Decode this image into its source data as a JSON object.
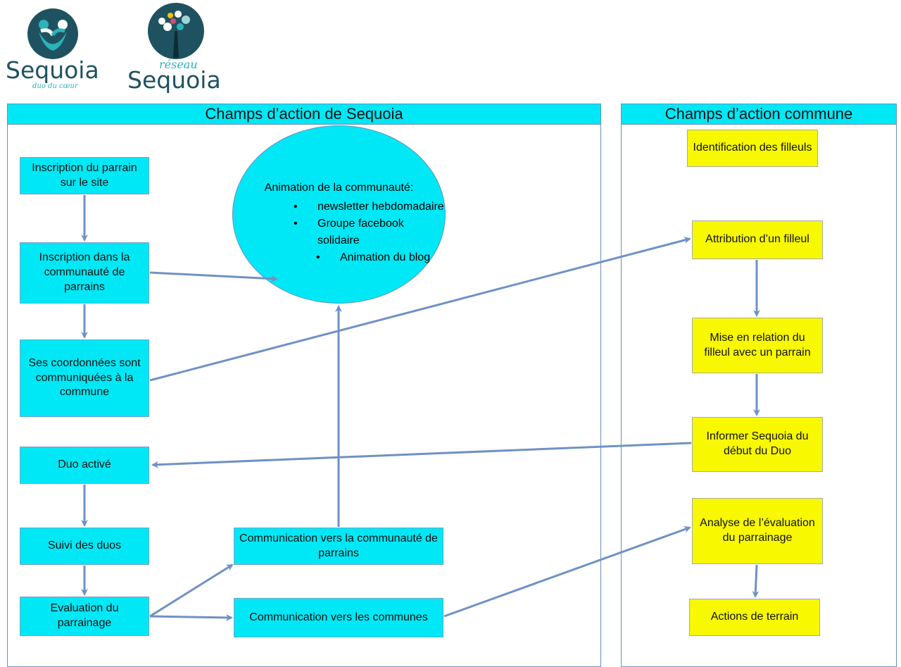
{
  "logos": {
    "left": {
      "name": "Sequoia",
      "tagline": "duo du cœur"
    },
    "right": {
      "top": "réseau",
      "name": "Sequoia"
    }
  },
  "panels": {
    "sequoia": {
      "title": "Champs d’action de Sequoia"
    },
    "commune": {
      "title": "Champs d’action commune"
    }
  },
  "left_column": [
    "Inscription du parrain sur le site",
    "Inscription dans la communauté de parrains",
    "Ses coordonnées sont communiquées à la commune",
    "Duo activé",
    "Suivi des duos",
    "Evaluation du parrainage"
  ],
  "middle": {
    "communication_parrains": "Communication vers la communauté de parrains",
    "communication_communes": "Communication vers les communes"
  },
  "ellipse": {
    "title": "Animation de la communauté:",
    "items": [
      "newsletter hebdomadaire",
      "Groupe facebook solidaire",
      "Animation du blog"
    ],
    "bullet": "•"
  },
  "right_column": [
    "Identification des filleuls",
    "Attribution d’un filleul",
    "Mise en relation du filleul avec un parrain",
    "Informer Sequoia du début du Duo",
    "Analyse de l’évaluation du parrainage",
    "Actions de terrain"
  ],
  "colors": {
    "cyan": "#00e8f5",
    "yellow": "#f8f800",
    "arrow": "#6f92c4",
    "logo_dark": "#1f5260",
    "logo_teal": "#2cb3b8"
  }
}
